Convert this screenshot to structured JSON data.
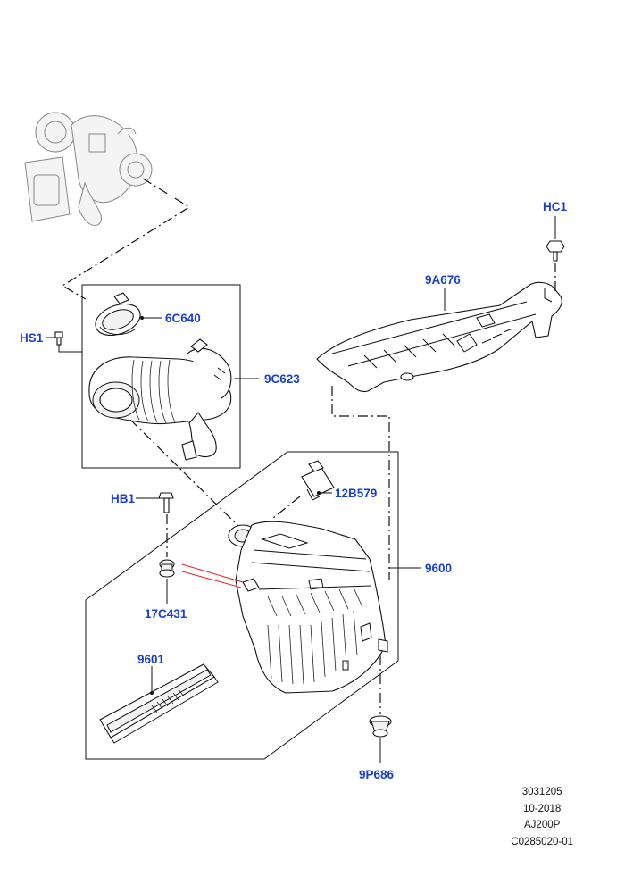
{
  "callouts": {
    "hc1": "HC1",
    "9a676": "9A676",
    "hs1": "HS1",
    "6c640": "6C640",
    "9c623": "9C623",
    "hb1": "HB1",
    "12b579": "12B579",
    "9600": "9600",
    "17c431": "17C431",
    "9601": "9601",
    "9p686": "9P686"
  },
  "footer": {
    "line1": "3031205",
    "line2": "10-2018",
    "line3": "AJ200P",
    "line4": "C0285020-01"
  },
  "colors": {
    "callout": "#1a3fd0",
    "line": "#111111",
    "leader_red": "#e02020"
  }
}
